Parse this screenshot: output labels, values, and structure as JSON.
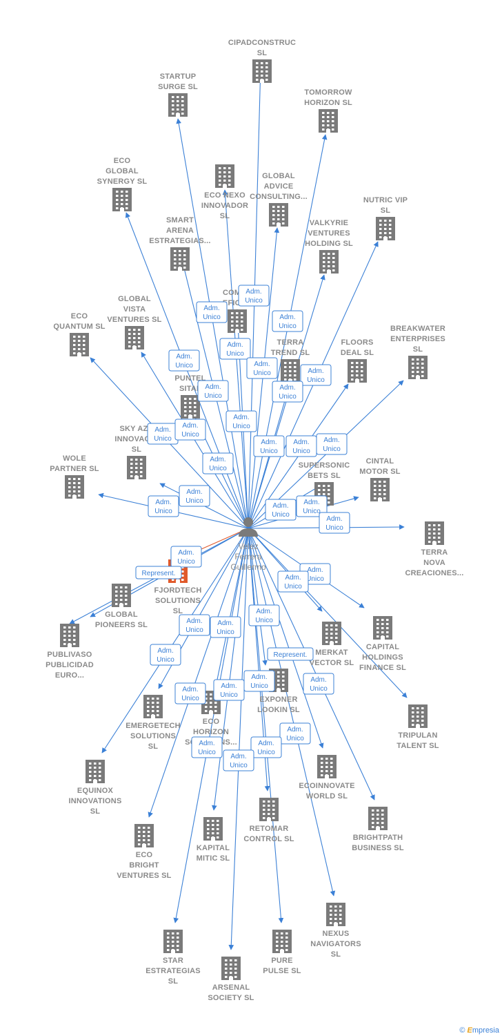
{
  "center": {
    "lines": [
      "Velez",
      "Ferrera",
      "Guillermo"
    ]
  },
  "relation_labels": {
    "adm": [
      "Adm.",
      "Unico"
    ],
    "rep": [
      "Represent."
    ]
  },
  "nodes": [
    {
      "id": "cipadconstruc",
      "lines": [
        "CIPADCONSTRUC",
        "SL"
      ]
    },
    {
      "id": "startup-surge",
      "lines": [
        "STARTUP",
        "SURGE  SL"
      ]
    },
    {
      "id": "tomorrow-horizon",
      "lines": [
        "TOMORROW",
        "HORIZON  SL"
      ]
    },
    {
      "id": "eco-nexo",
      "lines": [
        "ECO NEXO",
        "INNOVADOR",
        "SL"
      ]
    },
    {
      "id": "eco-global-synergy",
      "lines": [
        "ECO",
        "GLOBAL",
        "SYNERGY  SL"
      ]
    },
    {
      "id": "global-advice",
      "lines": [
        "GLOBAL",
        "ADVICE",
        "CONSULTING..."
      ]
    },
    {
      "id": "nutric-vip",
      "lines": [
        "NUTRIC VIP",
        "SL"
      ]
    },
    {
      "id": "smart-arena",
      "lines": [
        "SMART",
        "ARENA",
        "ESTRATEGIAS..."
      ]
    },
    {
      "id": "valkyrie",
      "lines": [
        "VALKYRIE",
        "VENTURES",
        "HOLDING  SL"
      ]
    },
    {
      "id": "comer-eficac",
      "lines": [
        "COMER",
        "EFICAC"
      ]
    },
    {
      "id": "global-vista",
      "lines": [
        "GLOBAL",
        "VISTA",
        "VENTURES  SL"
      ]
    },
    {
      "id": "eco-quantum",
      "lines": [
        "ECO",
        "QUANTUM  SL"
      ]
    },
    {
      "id": "terra-trend",
      "lines": [
        "TERRA",
        "TREND  SL"
      ]
    },
    {
      "id": "floors-deal",
      "lines": [
        "FLOORS",
        "DEAL  SL"
      ]
    },
    {
      "id": "breakwater",
      "lines": [
        "BREAKWATER",
        "ENTERPRISES",
        "SL"
      ]
    },
    {
      "id": "puntel-sital",
      "lines": [
        "PUNTEL",
        "SITAL"
      ]
    },
    {
      "id": "sky-azul",
      "lines": [
        "SKY AZU",
        "INNOVACIO",
        "SL"
      ]
    },
    {
      "id": "wole-partner",
      "lines": [
        "WOLE",
        "PARTNER  SL"
      ]
    },
    {
      "id": "supersonic-bets",
      "lines": [
        "SUPERSONIC",
        "BETS  SL"
      ]
    },
    {
      "id": "cintal-motor",
      "lines": [
        "CINTAL",
        "MOTOR  SL"
      ]
    },
    {
      "id": "terra-nova",
      "lines": [
        "TERRA",
        "NOVA",
        "CREACIONES..."
      ]
    },
    {
      "id": "fjordtech",
      "lines": [
        "FJORDTECH",
        "SOLUTIONS",
        "SL"
      ]
    },
    {
      "id": "global-pioneers",
      "lines": [
        "GLOBAL",
        "PIONEERS  SL"
      ]
    },
    {
      "id": "publivaso",
      "lines": [
        "PUBLIVASO",
        "PUBLICIDAD",
        "EURO..."
      ]
    },
    {
      "id": "capital-holdings",
      "lines": [
        "CAPITAL",
        "HOLDINGS",
        "FINANCE  SL"
      ]
    },
    {
      "id": "merkat-vector",
      "lines": [
        "MERKAT",
        "VECTOR  SL"
      ]
    },
    {
      "id": "emergetech",
      "lines": [
        "EMERGETECH",
        "SOLUTIONS",
        "SL"
      ]
    },
    {
      "id": "eco-horizon",
      "lines": [
        "ECO",
        "HORIZON",
        "SOLUTIONS..."
      ]
    },
    {
      "id": "exponer-lookin",
      "lines": [
        "EXPONER",
        "LOOKIN  SL"
      ]
    },
    {
      "id": "tripulan-talent",
      "lines": [
        "TRIPULAN",
        "TALENT  SL"
      ]
    },
    {
      "id": "equinox",
      "lines": [
        "EQUINOX",
        "INNOVATIONS",
        "SL"
      ]
    },
    {
      "id": "ecoinnovate",
      "lines": [
        "ECOINNOVATE",
        "WORLD  SL"
      ]
    },
    {
      "id": "retomar-control",
      "lines": [
        "RETOMAR",
        "CONTROL  SL"
      ]
    },
    {
      "id": "brightpath",
      "lines": [
        "BRIGHTPATH",
        "BUSINESS  SL"
      ]
    },
    {
      "id": "eco-bright",
      "lines": [
        "ECO",
        "BRIGHT",
        "VENTURES  SL"
      ]
    },
    {
      "id": "kapital-mitic",
      "lines": [
        "KAPITAL",
        "MITIC  SL"
      ]
    },
    {
      "id": "nexus-navigators",
      "lines": [
        "NEXUS",
        "NAVIGATORS",
        "SL"
      ]
    },
    {
      "id": "star-estrategias",
      "lines": [
        "STAR",
        "ESTRATEGIAS",
        "SL"
      ]
    },
    {
      "id": "pure-pulse",
      "lines": [
        "PURE",
        "PULSE  SL"
      ]
    },
    {
      "id": "arsenal-society",
      "lines": [
        "ARSENAL",
        "SOCIETY  SL"
      ]
    }
  ],
  "brand": {
    "copyright": "©",
    "e": "E",
    "rest": "mpresia"
  }
}
